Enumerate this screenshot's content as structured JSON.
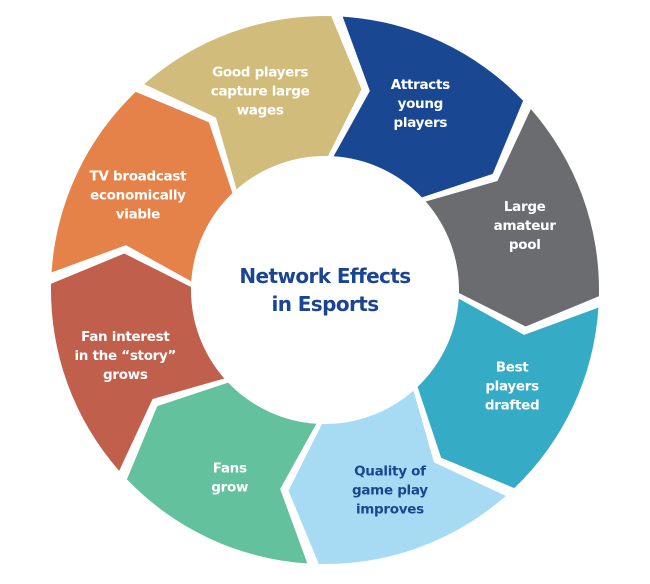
{
  "diagram": {
    "title_lines": [
      "Network Effects",
      "in Esports"
    ],
    "title_color": "#1b4592",
    "segments": [
      {
        "id": "good-players",
        "label_lines": [
          "Good players",
          "capture large",
          "wages"
        ],
        "color": "#d2bc7c",
        "text_color": "#ffffff"
      },
      {
        "id": "attracts-young",
        "label_lines": [
          "Attracts",
          "young",
          "players"
        ],
        "color": "#1a4792",
        "text_color": "#ffffff"
      },
      {
        "id": "large-amateur",
        "label_lines": [
          "Large",
          "amateur",
          "pool"
        ],
        "color": "#6b6c70",
        "text_color": "#ffffff"
      },
      {
        "id": "best-drafted",
        "label_lines": [
          "Best",
          "players",
          "drafted"
        ],
        "color": "#35abc6",
        "text_color": "#ffffff"
      },
      {
        "id": "quality-improves",
        "label_lines": [
          "Quality of",
          "game play",
          "improves"
        ],
        "color": "#a6dbf3",
        "text_color": "#1b4592"
      },
      {
        "id": "fans-grow",
        "label_lines": [
          "Fans",
          "grow"
        ],
        "color": "#63c29d",
        "text_color": "#ffffff"
      },
      {
        "id": "fan-interest",
        "label_lines": [
          "Fan interest",
          "in the “story”",
          "grows"
        ],
        "color": "#c05f4c",
        "text_color": "#ffffff"
      },
      {
        "id": "tv-broadcast",
        "label_lines": [
          "TV broadcast",
          "economically",
          "viable"
        ],
        "color": "#e4824a",
        "text_color": "#ffffff"
      }
    ]
  }
}
